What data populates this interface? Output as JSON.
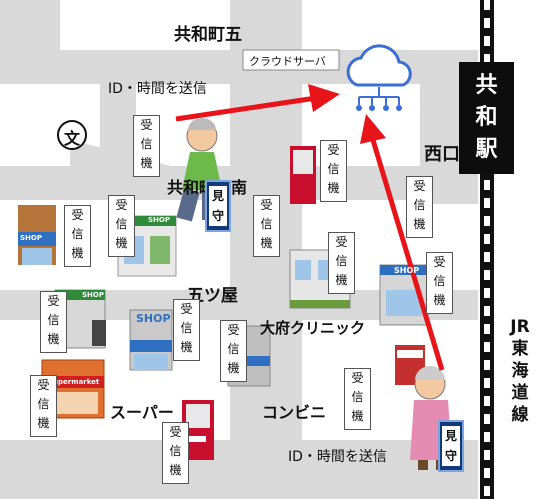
{
  "labels": {
    "top_district": "共和町五",
    "cloud_server": "クラウドサーバ",
    "send_top": "ID・時間を送信",
    "school": "文",
    "west": "西口",
    "station": [
      "共",
      "和",
      "駅"
    ],
    "kyowa_5_south": "共和町五南",
    "itsutsuya": "五ツ屋",
    "clinic": "大府クリニック",
    "jr_line": [
      "JR",
      "東",
      "海",
      "道",
      "線"
    ],
    "supermarket": "スーパー",
    "convenience": "コンビニ",
    "send_bottom": "ID・時間を送信",
    "shop_sign": "SHOP",
    "supermarket_sign": "Supermarket"
  },
  "receiver": [
    "受",
    "信",
    "機"
  ],
  "watch_tag": [
    "見",
    "守"
  ],
  "colors": {
    "arrow": "#e8141a",
    "road": "#d9d9d9",
    "station_box": "#0d0d0d",
    "rail": "#111111",
    "server_blue": "#3a6fd8"
  }
}
